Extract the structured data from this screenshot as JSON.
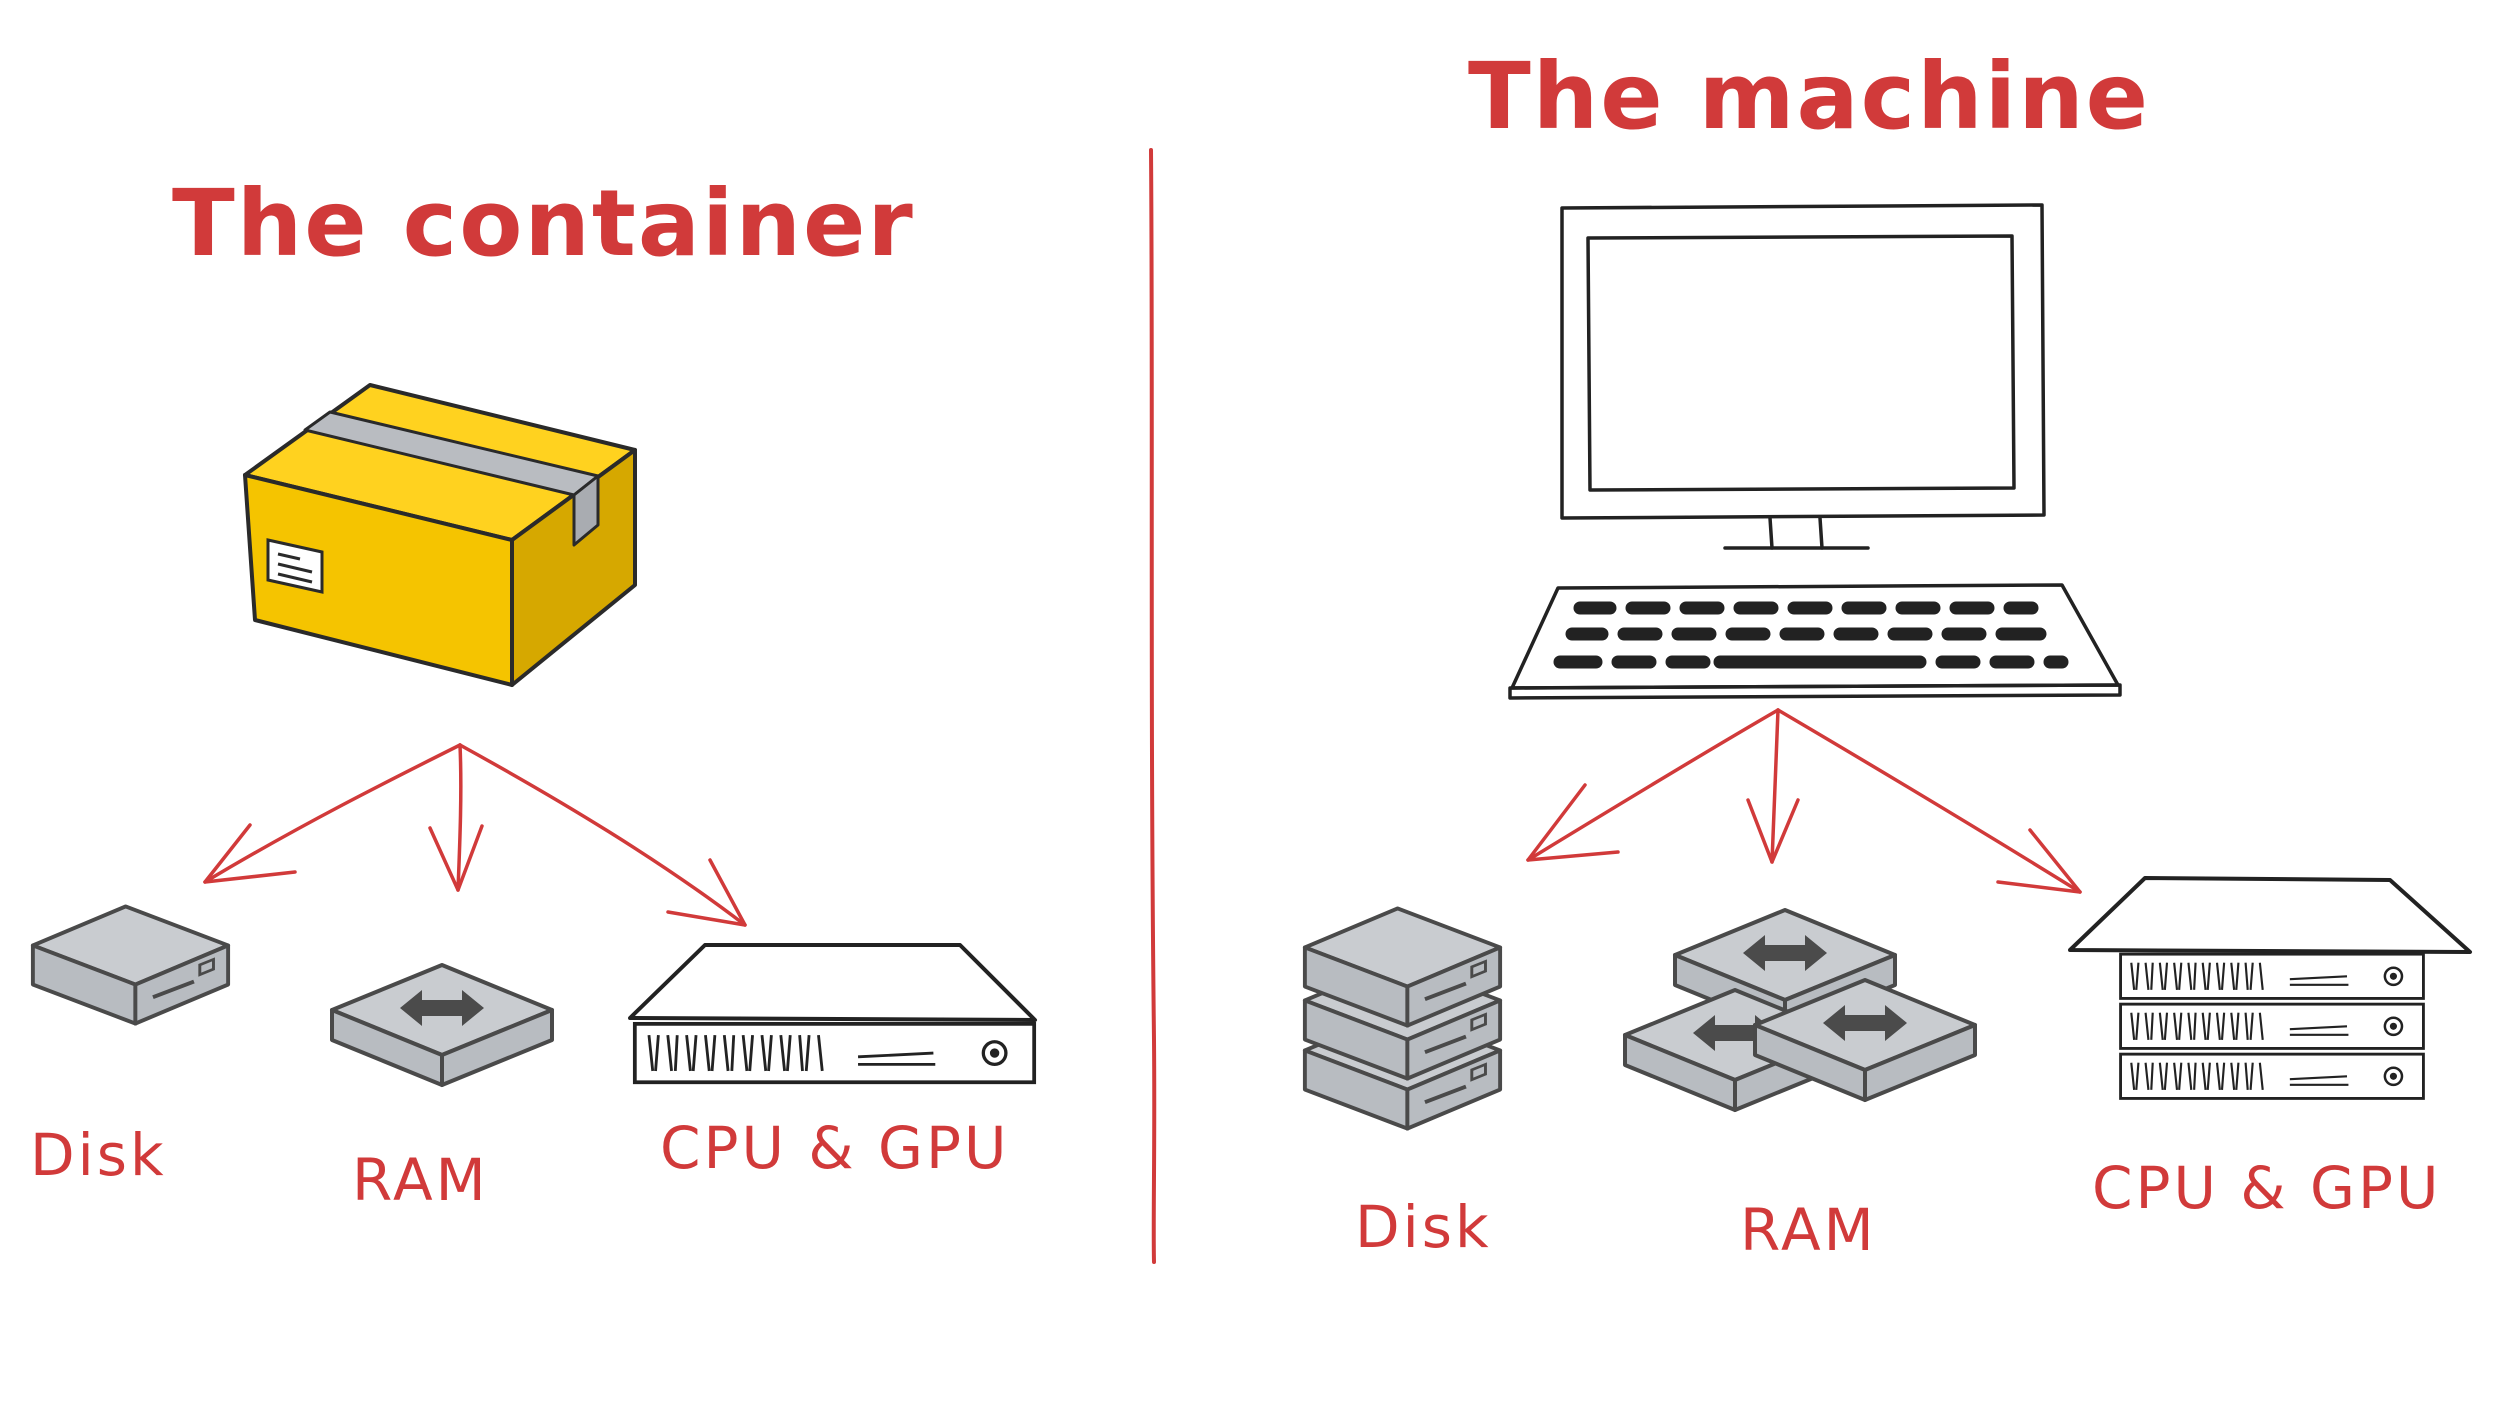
{
  "left_panel": {
    "title": "The container",
    "labels": {
      "disk": "Disk",
      "ram": "RAM",
      "cpu_gpu": "CPU & GPU"
    }
  },
  "right_panel": {
    "title": "The machine",
    "labels": {
      "disk": "Disk",
      "ram": "RAM",
      "cpu_gpu": "CPU & GPU"
    }
  },
  "colors": {
    "accent": "#d13a3a",
    "box_yellow": "#f5c400",
    "tape": "#b9bcc1",
    "device_gray": "#c9ccd0",
    "ink": "#222222"
  },
  "icons": {
    "container": "cardboard-box-icon",
    "machine": "desktop-computer-icon",
    "disk": "disk-drive-icon",
    "ram": "ram-module-icon",
    "cpu_gpu": "server-rack-icon"
  }
}
